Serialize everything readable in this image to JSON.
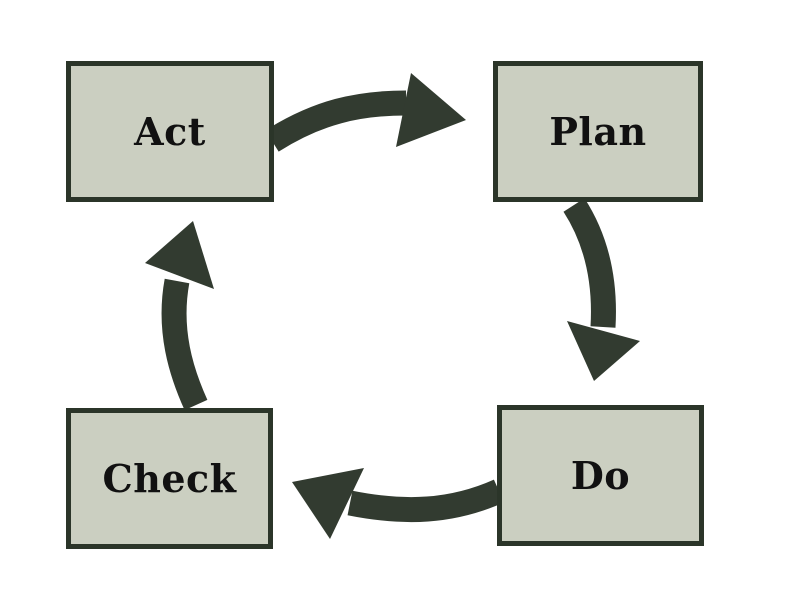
{
  "nodes": {
    "act": {
      "label": "Act"
    },
    "plan": {
      "label": "Plan"
    },
    "do": {
      "label": "Do"
    },
    "check": {
      "label": "Check"
    }
  },
  "arrows": [
    {
      "name": "act-to-plan",
      "from": "Act",
      "to": "Plan"
    },
    {
      "name": "plan-to-do",
      "from": "Plan",
      "to": "Do"
    },
    {
      "name": "do-to-check",
      "from": "Do",
      "to": "Check"
    },
    {
      "name": "check-to-act",
      "from": "Check",
      "to": "Act"
    }
  ],
  "colors": {
    "background": "#ffffff",
    "box_fill": "#cbcfc1",
    "box_border": "#2b3529",
    "arrow": "#323b30",
    "text": "#111111"
  }
}
